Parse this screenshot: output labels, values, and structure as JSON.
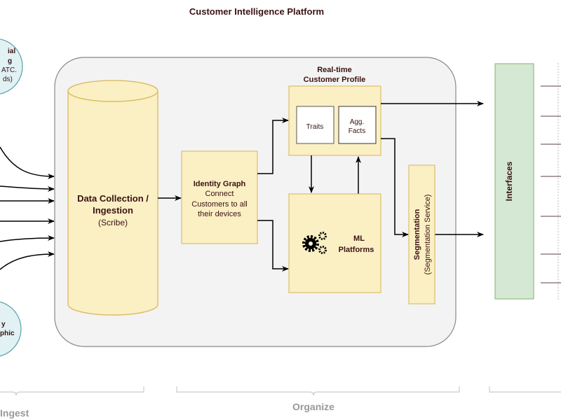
{
  "title": "Customer Intelligence Platform",
  "left_circles": [
    {
      "lines": [
        "ial",
        "g",
        "ATC.",
        "ds)"
      ]
    },
    {
      "lines": [
        "y",
        "phic"
      ]
    }
  ],
  "data_collection": {
    "title_line1": "Data Collection /",
    "title_line2": "Ingestion",
    "subtitle": "(Scribe)"
  },
  "identity_graph": {
    "title": "Identity Graph",
    "lines": [
      "Connect",
      "Customers to all",
      "their devices"
    ]
  },
  "profile": {
    "title_line1": "Real-time",
    "title_line2": "Customer Profile",
    "traits": "Traits",
    "agg_line1": "Agg.",
    "agg_line2": "Facts"
  },
  "ml": {
    "line1": "ML",
    "line2": "Platforms",
    "icon": "gears-icon"
  },
  "segmentation": {
    "title": "Segmentation",
    "subtitle": "(Segmentation Service)"
  },
  "interfaces": {
    "title": "Interfaces"
  },
  "sections": {
    "ingest": "Ingest",
    "organize": "Organize"
  },
  "colors": {
    "box_fill": "#fbefc4",
    "box_stroke": "#d6b656",
    "container": "#f3f3f3",
    "interfaces": "#d5e8d4",
    "circle": "#e1f1f4",
    "text": "#3a1212"
  }
}
